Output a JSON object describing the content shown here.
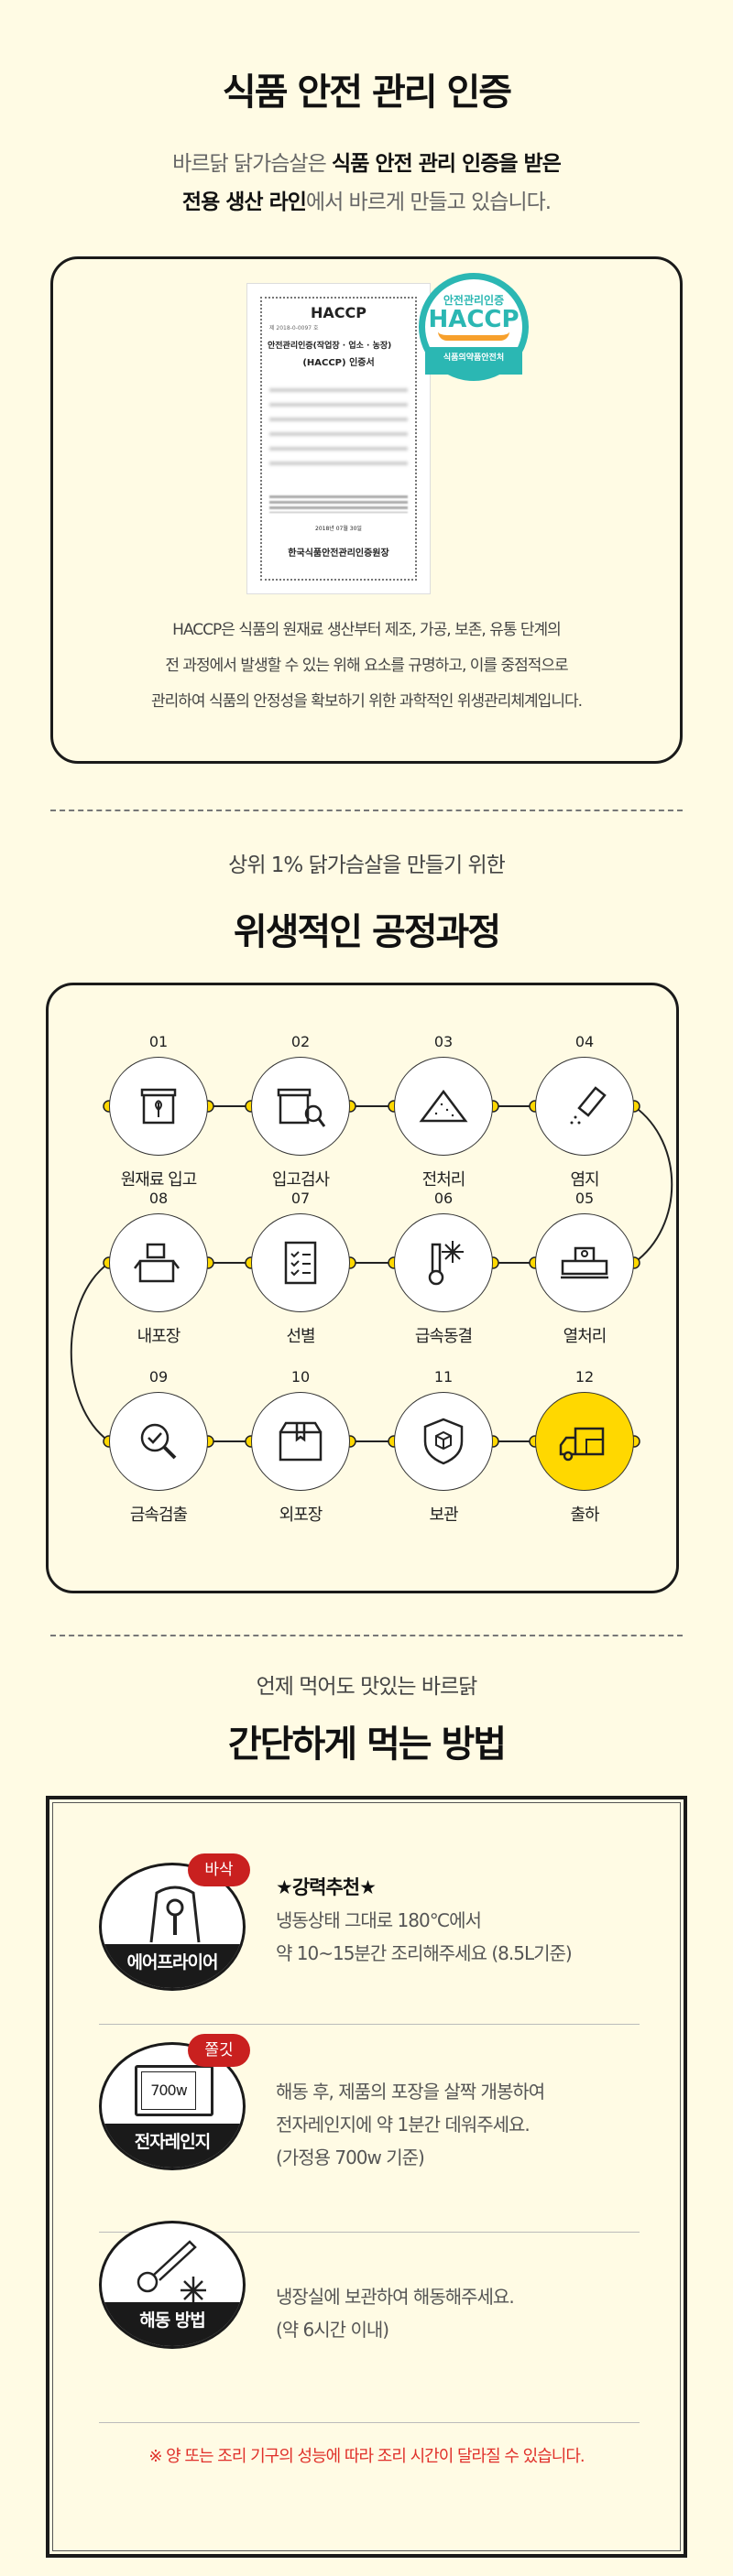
{
  "cert_section": {
    "title": "식품 안전 관리 인증",
    "line1_pre": "바르닭 닭가슴살은 ",
    "line1_bold": "식품 안전 관리 인증을 받은",
    "line2_bold": "전용 생산 라인",
    "line2_post": "에서 바르게 만들고 있습니다.",
    "certificate": {
      "header": "HACCP",
      "number": "제 2018-0-0097 호",
      "title1": "안전관리인증(작업장 · 업소 · 농장)",
      "title2": "(HACCP) 인증서",
      "date": "2018년 07월 30일",
      "issuer": "한국식품안전관리인증원장"
    },
    "badge": {
      "top": "안전관리인증",
      "mid": "HACCP",
      "bottom": "식품의약품안전처"
    },
    "desc": [
      "HACCP은 식품의 원재료 생산부터 제조, 가공, 보존, 유통 단계의",
      "전 과정에서 발생할 수 있는 위해 요소를 규명하고, 이를 중점적으로",
      "관리하여 식품의 안정성을 확보하기 위한 과학적인 위생관리체계입니다."
    ]
  },
  "process_section": {
    "subtitle": "상위 1% 닭가슴살을 만들기 위한",
    "title": "위생적인 공정과정",
    "steps": [
      {
        "num": "01",
        "label": "원재료 입고",
        "icon": "grain-sack-icon"
      },
      {
        "num": "02",
        "label": "입고검사",
        "icon": "sack-inspect-icon"
      },
      {
        "num": "03",
        "label": "전처리",
        "icon": "powder-pile-icon"
      },
      {
        "num": "04",
        "label": "염지",
        "icon": "salt-shaker-icon"
      },
      {
        "num": "05",
        "label": "열처리",
        "icon": "oven-icon"
      },
      {
        "num": "06",
        "label": "급속동결",
        "icon": "thermometer-snowflake-icon"
      },
      {
        "num": "07",
        "label": "선별",
        "icon": "clipboard-check-icon"
      },
      {
        "num": "08",
        "label": "내포장",
        "icon": "boxes-icon"
      },
      {
        "num": "09",
        "label": "금속검출",
        "icon": "magnifier-check-icon"
      },
      {
        "num": "10",
        "label": "외포장",
        "icon": "package-icon"
      },
      {
        "num": "11",
        "label": "보관",
        "icon": "shield-box-icon"
      },
      {
        "num": "12",
        "label": "출하",
        "icon": "delivery-truck-icon"
      }
    ],
    "accent": "#ffd800"
  },
  "method_section": {
    "subtitle": "언제 먹어도 맛있는 바르닭",
    "title": "간단하게 먹는 방법",
    "methods": [
      {
        "caption": "에어프라이어",
        "bubble": "바삭",
        "headline": "★강력추천★",
        "lines": [
          "냉동상태 그대로 180℃에서",
          "약 10~15분간 조리해주세요 (8.5L기준)"
        ]
      },
      {
        "caption": "전자레인지",
        "bubble": "쫄깃",
        "screen": "700w",
        "lines": [
          "해동 후, 제품의 포장을 살짝 개봉하여",
          "전자레인지에 약 1분간 데워주세요.",
          "(가정용 700w 기준)"
        ]
      },
      {
        "caption": "해동 방법",
        "lines": [
          "냉장실에 보관하여 해동해주세요.",
          "(약 6시간 이내)"
        ]
      }
    ],
    "note": "※ 양 또는 조리 기구의 성능에 따라 조리 시간이 달라질 수 있습니다.",
    "note_color": "#e0302a"
  }
}
